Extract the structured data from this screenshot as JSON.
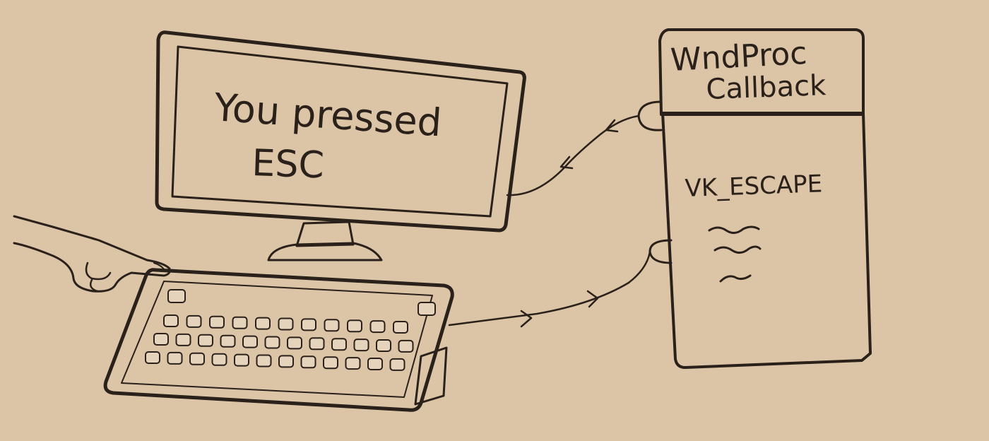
{
  "monitor": {
    "line1": "You pressed",
    "line2": "ESC"
  },
  "callback_box": {
    "title_line1": "WndProc",
    "title_line2": "Callback",
    "key_code": "VK_ESCAPE",
    "header_color": "#f0c4a0",
    "body_color": "#dec5a8"
  },
  "colors": {
    "background": "#dcc4a6",
    "ink": "#2a211b",
    "screen": "#e2c9ab",
    "keyboard_body": "#b59f86"
  }
}
